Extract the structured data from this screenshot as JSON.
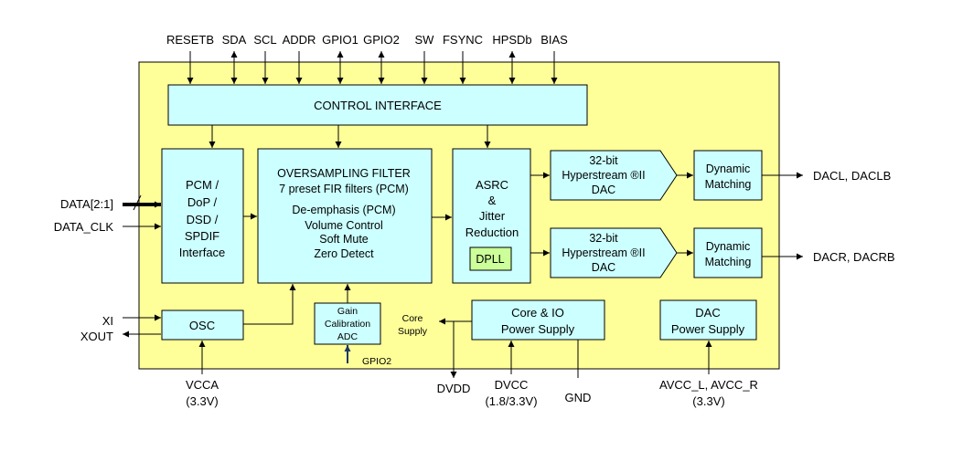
{
  "colors": {
    "chip_fill": "#ffff99",
    "block_fill": "#ccffff",
    "dpll_fill": "#ccff99",
    "gpio_arrow": "#1f3864",
    "line": "#000000"
  },
  "top_pins": [
    "RESETB",
    "SDA",
    "SCL",
    "ADDR",
    "GPIO1",
    "GPIO2",
    "SW",
    "FSYNC",
    "HPSDb",
    "BIAS"
  ],
  "left_pins": {
    "data": "DATA[2:1]",
    "data_clk": "DATA_CLK",
    "xi": "XI",
    "xout": "XOUT"
  },
  "right_pins": {
    "dacl": "DACL,  DACLB",
    "dacr": "DACR,  DACRB"
  },
  "bottom_pins": {
    "vcca": [
      "VCCA",
      "(3.3V)"
    ],
    "dvdd": "DVDD",
    "dvcc": [
      "DVCC",
      "(1.8/3.3V)"
    ],
    "gnd": "GND",
    "avcc": [
      "AVCC_L, AVCC_R",
      "(3.3V)"
    ]
  },
  "blocks": {
    "control": "CONTROL INTERFACE",
    "pcm": [
      "PCM /",
      "DoP /",
      "DSD /",
      "SPDIF",
      "Interface"
    ],
    "filter": [
      "OVERSAMPLING FILTER",
      "7 preset FIR filters (PCM)",
      "De-emphasis (PCM)",
      "Volume Control",
      "Soft Mute",
      "Zero Detect"
    ],
    "asrc": [
      "ASRC",
      "&",
      "Jitter",
      "Reduction"
    ],
    "dpll": "DPLL",
    "dac_top": [
      "32-bit",
      "Hyperstream  ®II",
      "DAC"
    ],
    "dac_bottom": [
      "32-bit",
      "Hyperstream  ®II",
      "DAC"
    ],
    "dyn_top": [
      "Dynamic",
      "Matching"
    ],
    "dyn_bottom": [
      "Dynamic",
      "Matching"
    ],
    "osc": "OSC",
    "gain": [
      "Gain",
      "Calibration",
      "ADC"
    ],
    "gain_pin": "GPIO2",
    "core_supply": [
      "Core",
      "Supply"
    ],
    "core_io": [
      "Core & IO",
      "Power Supply"
    ],
    "dac_ps": [
      "DAC",
      "Power Supply"
    ]
  }
}
